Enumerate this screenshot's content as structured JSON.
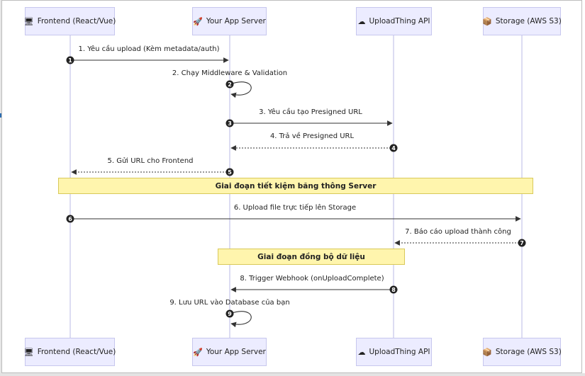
{
  "actors": [
    {
      "icon": "🖥",
      "icon_name": "monitor-icon",
      "label": "Frontend (React/Vue)"
    },
    {
      "icon": "🚀",
      "icon_name": "rocket-icon",
      "label": "Your App Server"
    },
    {
      "icon": "☁",
      "icon_name": "cloud-icon",
      "label": "UploadThing API"
    },
    {
      "icon": "📦",
      "icon_name": "box-icon",
      "label": "Storage (AWS S3)"
    }
  ],
  "messages": [
    {
      "num": "1",
      "label": "1. Yêu cầu upload (Kèm metadata/auth)",
      "style": "solid"
    },
    {
      "num": "2",
      "label": "2. Chạy Middleware & Validation",
      "style": "self"
    },
    {
      "num": "3",
      "label": "3. Yêu cầu tạo Presigned URL",
      "style": "solid"
    },
    {
      "num": "4",
      "label": "4. Trả về Presigned URL",
      "style": "dotted"
    },
    {
      "num": "5",
      "label": "5. Gửi URL cho Frontend",
      "style": "dotted"
    },
    {
      "num": "6",
      "label": "6. Upload file trực tiếp lên Storage",
      "style": "solid"
    },
    {
      "num": "7",
      "label": "7. Báo cáo upload thành công",
      "style": "dotted"
    },
    {
      "num": "8",
      "label": "8. Trigger Webhook (onUploadComplete)",
      "style": "solid"
    },
    {
      "num": "9",
      "label": "9. Lưu URL vào Database của bạn",
      "style": "self"
    }
  ],
  "notes": [
    {
      "label": "Giai đoạn tiết kiệm băng thông Server"
    },
    {
      "label": "Giai đoạn đồng bộ dữ liệu"
    }
  ],
  "colors": {
    "actor_fill": "#ECECFF",
    "actor_border": "#c7c7ee",
    "lifeline": "#b9b9e6",
    "arrow": "#333333",
    "badge": "#222222",
    "note_fill": "#fff5ad",
    "note_border": "#d8c95a"
  }
}
